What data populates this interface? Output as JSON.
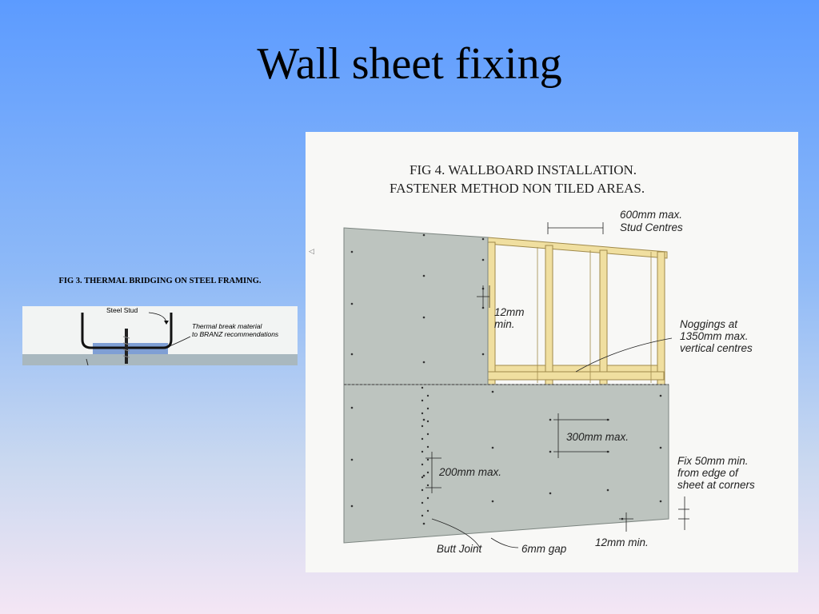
{
  "title": "Wall sheet fixing",
  "fig3": {
    "caption": "FIG 3. THERMAL BRIDGING ON STEEL FRAMING.",
    "label_stud": "Steel Stud",
    "label_break_1": "Thermal break material",
    "label_break_2": "to BRANZ recommendations"
  },
  "fig4": {
    "title_1": "FIG 4. WALLBOARD INSTALLATION.",
    "title_2": "FASTENER METHOD NON TILED AREAS.",
    "stud_1": "600mm max.",
    "stud_2": "Stud Centres",
    "edge_1": "12mm",
    "edge_2": "min.",
    "nog_1": "Noggings at",
    "nog_2": "1350mm max.",
    "nog_3": "vertical centres",
    "spacing_300": "300mm max.",
    "spacing_200": "200mm max.",
    "fix_1": "Fix 50mm min.",
    "fix_2": "from edge of",
    "fix_3": "sheet at corners",
    "butt": "Butt Joint",
    "gap": "6mm gap",
    "bottom_min": "12mm min."
  },
  "colors": {
    "board": "#bdc4bf",
    "timber": "#f0dfa0",
    "timber_edge": "#a08a4a",
    "thermal_break": "#7f9fd4",
    "base_strip": "#a9b8bf"
  }
}
